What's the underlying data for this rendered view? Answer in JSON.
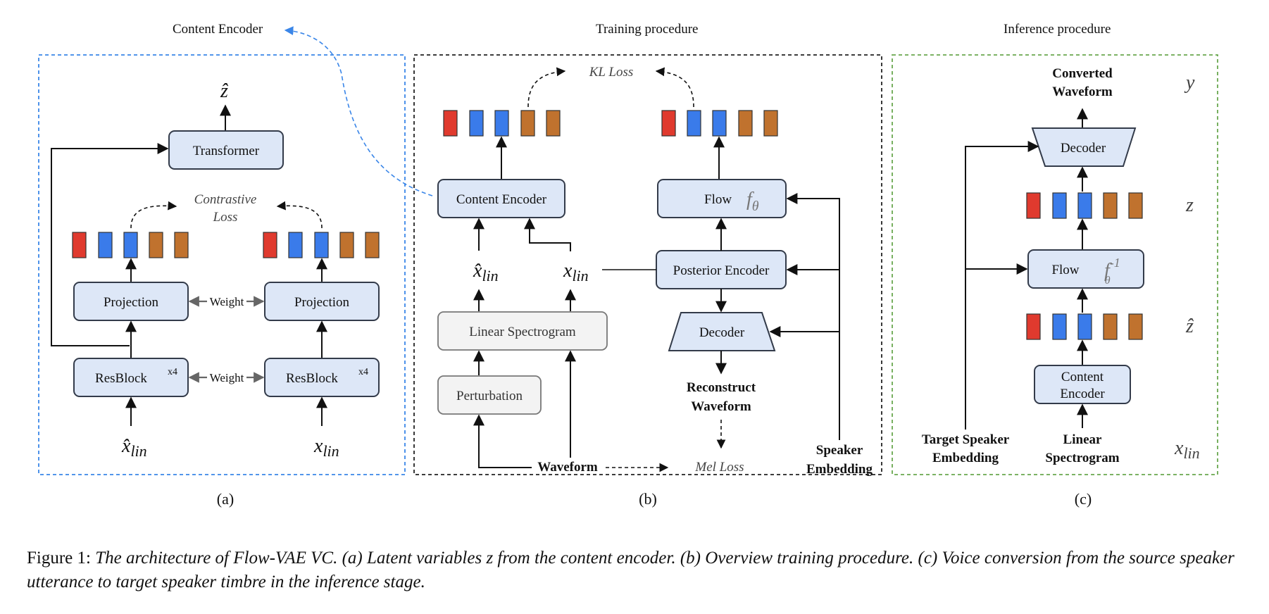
{
  "panel_a": {
    "title": "Content Encoder",
    "sublabel": "(a)",
    "transformer": "Transformer",
    "out_z": "ẑ",
    "contrastive_line1": "Contrastive",
    "contrastive_line2": "Loss",
    "projection": "Projection",
    "resblock": "ResBlock",
    "x4": "x4",
    "weight": "Weight",
    "in_left": "x̂",
    "in_right": "x",
    "lin_sub": "lin"
  },
  "panel_b": {
    "title": "Training procedure",
    "sublabel": "(b)",
    "kl_loss": "KL Loss",
    "content_encoder": "Content Encoder",
    "flow": "Flow",
    "flow_sym": "f",
    "flow_sub": "θ",
    "posterior_encoder": "Posterior Encoder",
    "decoder": "Decoder",
    "linear_spectrogram": "Linear Spectrogram",
    "perturbation": "Perturbation",
    "waveform": "Waveform",
    "mel_loss": "Mel Loss",
    "reconstruct_line1": "Reconstruct",
    "reconstruct_line2": "Waveform",
    "speaker_line1": "Speaker",
    "speaker_line2": "Embedding",
    "x_hat": "x̂",
    "x": "x",
    "lin_sub": "lin"
  },
  "panel_c": {
    "title": "Inference procedure",
    "sublabel": "(c)",
    "converted_line1": "Converted",
    "converted_line2": "Waveform",
    "decoder": "Decoder",
    "flow": "Flow",
    "flow_inv_sym": "f",
    "flow_inv_sup": "-1",
    "flow_inv_sub": "θ",
    "content_line1": "Content",
    "content_line2": "Encoder",
    "linear_line1": "Linear",
    "linear_line2": "Spectrogram",
    "target_line1": "Target Speaker",
    "target_line2": "Embedding",
    "y": "y",
    "z": "z",
    "z_hat": "ẑ",
    "x": "x",
    "lin_sub": "lin"
  },
  "caption": {
    "prefix": "Figure 1:",
    "text": "The architecture of Flow-VAE VC. (a) Latent variables z from the content encoder. (b) Overview training procedure. (c) Voice conversion from the source speaker utterance to target speaker timbre in the inference stage."
  },
  "colors": {
    "red": "#e03a2e",
    "blue": "#3a7bea",
    "brown": "#c0722e",
    "box_fill": "#dde7f7",
    "panel_a_border": "#3a86e8",
    "panel_b_border": "#222222",
    "panel_c_border": "#6aa84f"
  }
}
